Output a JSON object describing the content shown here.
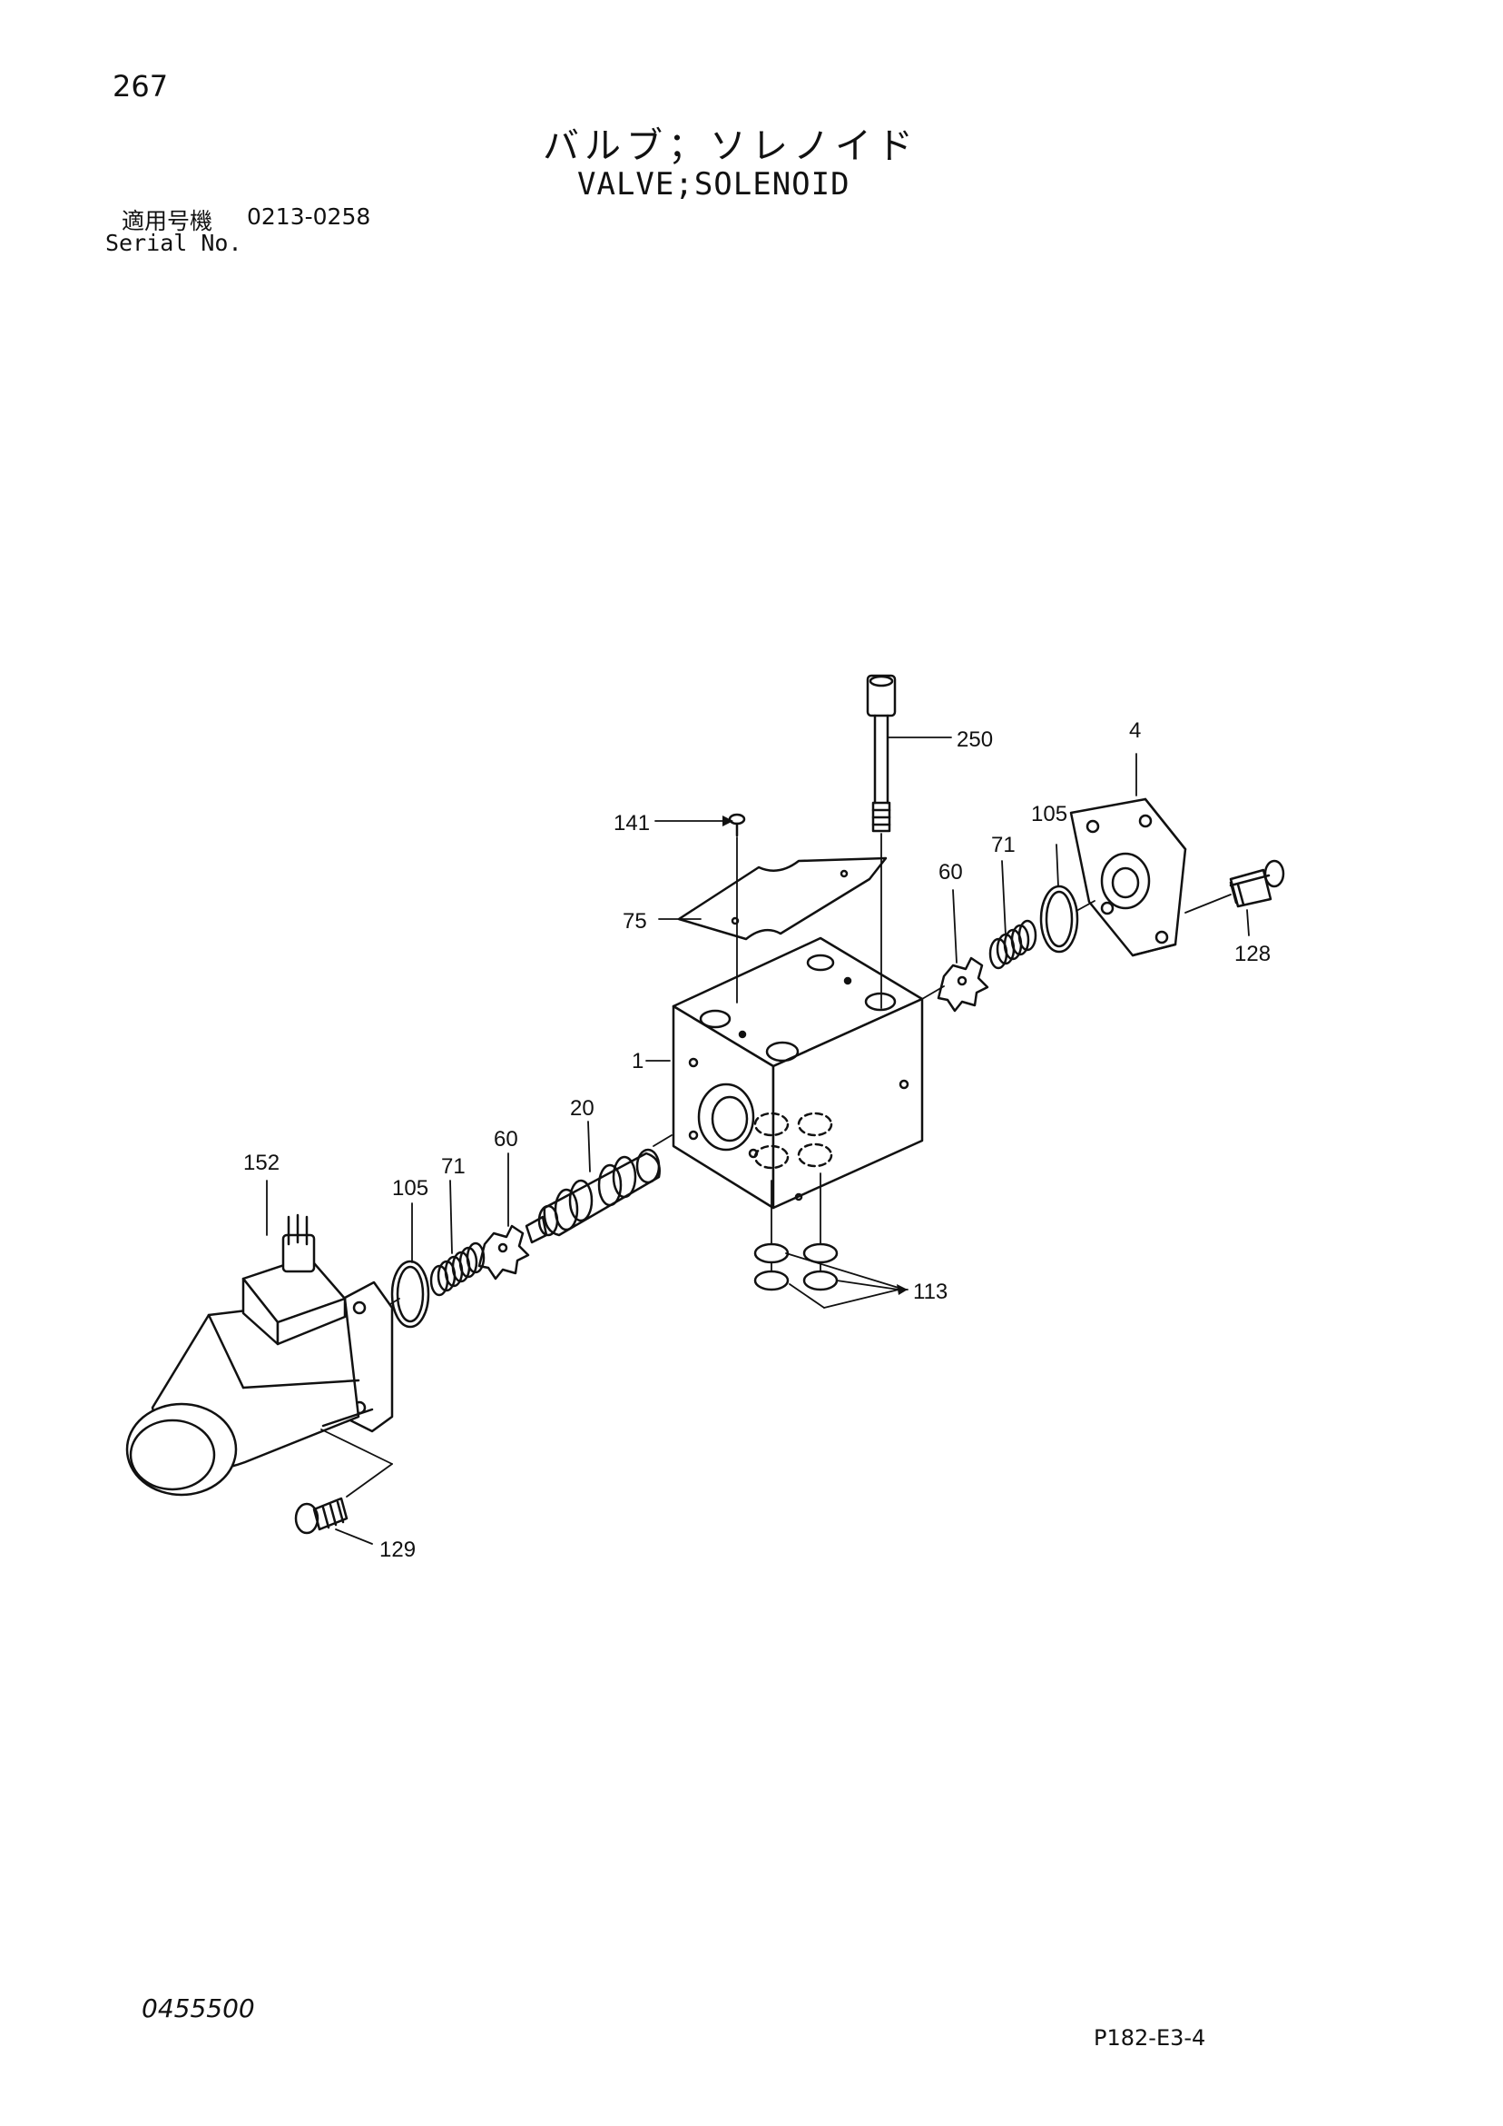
{
  "header": {
    "page_number": "267",
    "title_jp": "バルブ；ソレノイド",
    "title_en": "VALVE;SOLENOID",
    "serial_label_jp": "適用号機",
    "serial_range": "0213-0258",
    "serial_label_en": "Serial No."
  },
  "footer": {
    "doc_number": "0455500",
    "page_code": "P182-E3-4"
  },
  "part_labels": {
    "p1": "1",
    "p4": "4",
    "p20": "20",
    "p60_left": "60",
    "p60_right": "60",
    "p71_left": "71",
    "p71_right": "71",
    "p75": "75",
    "p105_left": "105",
    "p105_right": "105",
    "p113": "113",
    "p128": "128",
    "p129": "129",
    "p141": "141",
    "p152": "152",
    "p250": "250"
  }
}
